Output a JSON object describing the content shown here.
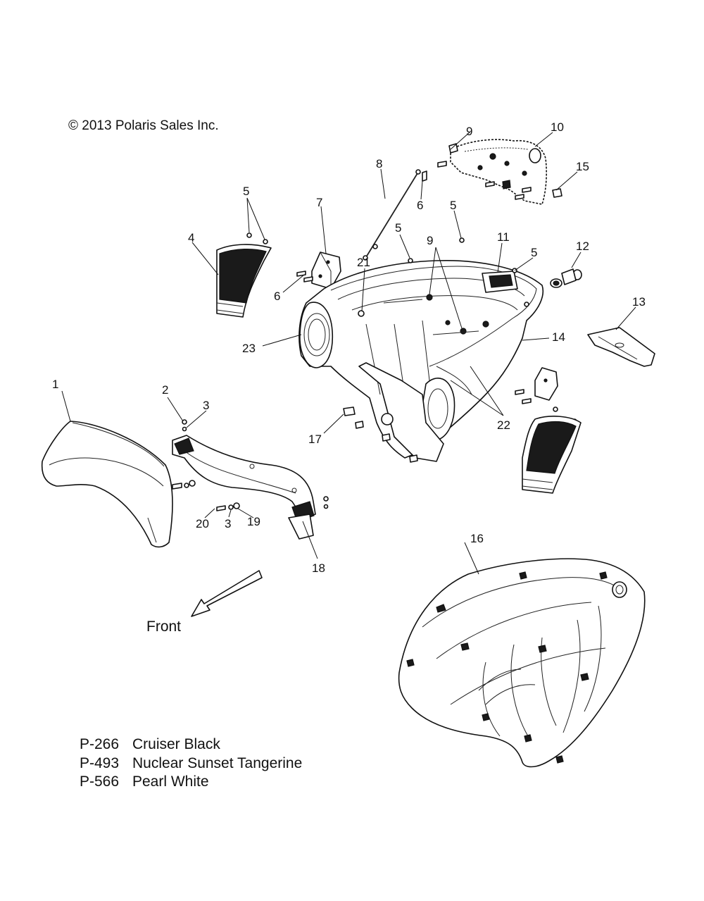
{
  "copyright": "© 2013 Polaris Sales Inc.",
  "front_label": "Front",
  "callouts": [
    "1",
    "2",
    "3",
    "3",
    "4",
    "5",
    "5",
    "5",
    "5",
    "6",
    "6",
    "7",
    "8",
    "9",
    "9",
    "10",
    "11",
    "12",
    "13",
    "14",
    "15",
    "16",
    "17",
    "18",
    "19",
    "20",
    "21",
    "22",
    "23"
  ],
  "paint_codes": [
    {
      "code": "P-266",
      "name": "Cruiser Black"
    },
    {
      "code": "P-493",
      "name": "Nuclear Sunset Tangerine"
    },
    {
      "code": "P-566",
      "name": "Pearl White"
    }
  ]
}
